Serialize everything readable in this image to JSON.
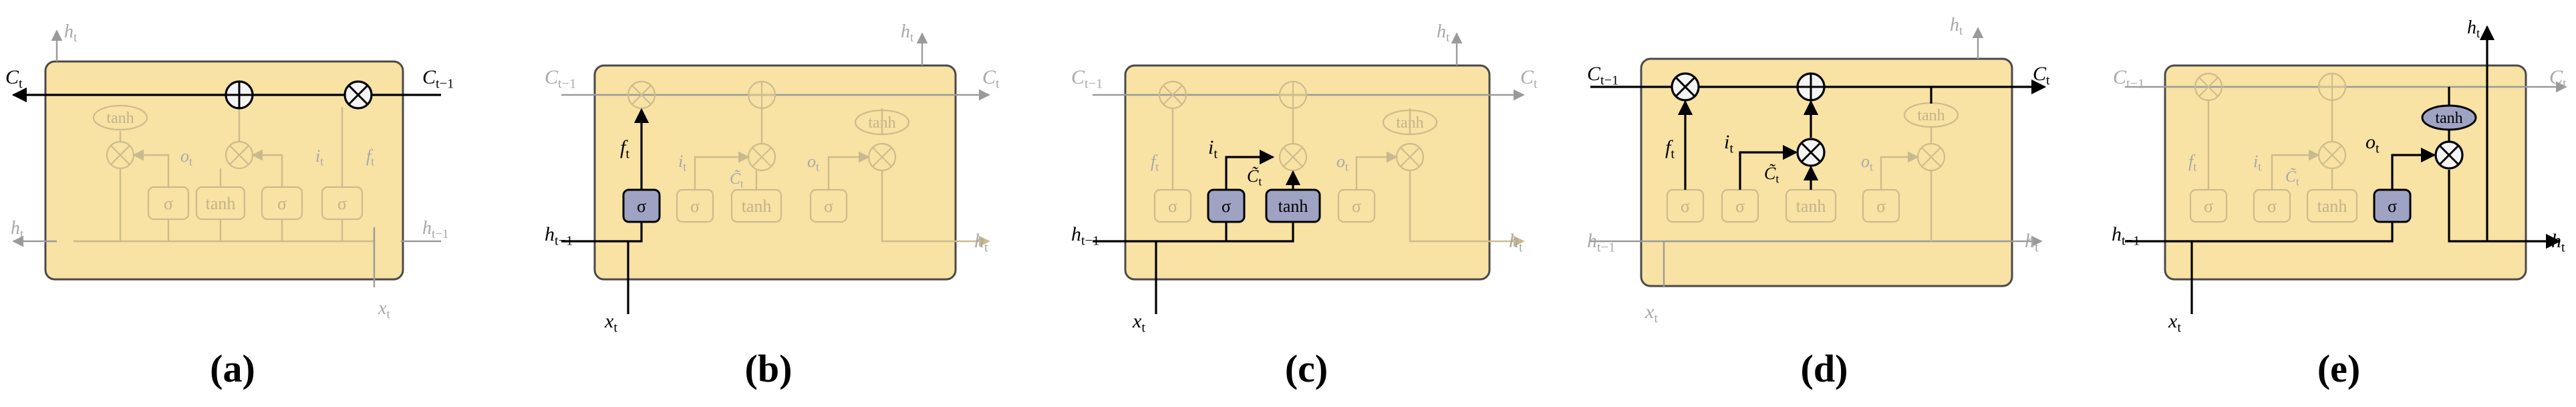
{
  "colors": {
    "cell_fill": "#f8e2a4",
    "cell_stroke": "#4a4a4a",
    "gate_fill": "#9ea3c3",
    "active_line": "#000000",
    "faded": "#b3aa96",
    "faded_line": "#9a9a9a"
  },
  "labels": {
    "sigma": "σ",
    "tanh": "tanh",
    "c_t": "C",
    "c_t_sub": "t",
    "c_prev": "C",
    "c_prev_sub": "t−1",
    "h_t": "h",
    "h_t_sub": "t",
    "h_prev": "h",
    "h_prev_sub": "t−1",
    "x_t": "x",
    "x_t_sub": "t",
    "f_t": "f",
    "f_t_sub": "t",
    "i_t": "i",
    "i_t_sub": "t",
    "o_t": "o",
    "o_t_sub": "t",
    "c_tilde": "C̃",
    "c_tilde_sub": "t"
  },
  "panels": [
    {
      "id": "a",
      "caption": "(a)"
    },
    {
      "id": "b",
      "caption": "(b)"
    },
    {
      "id": "c",
      "caption": "(c)"
    },
    {
      "id": "d",
      "caption": "(d)"
    },
    {
      "id": "e",
      "caption": "(e)"
    }
  ]
}
